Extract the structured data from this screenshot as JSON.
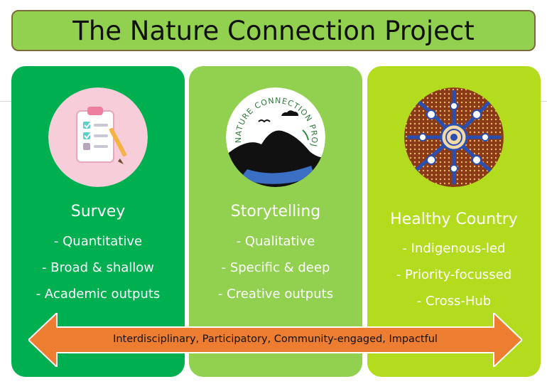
{
  "title": "The Nature Connection Project",
  "cards": [
    {
      "title": "Survey",
      "items": [
        "- Quantitative",
        "- Broad & shallow",
        "- Academic outputs"
      ]
    },
    {
      "title": "Storytelling",
      "items": [
        "- Qualitative",
        "- Specific & deep",
        "- Creative outputs"
      ]
    },
    {
      "title": "Healthy Country",
      "items": [
        "- Indigenous-led",
        "- Priority-focussed",
        "- Cross-Hub"
      ]
    }
  ],
  "logo_text": "THE NATURE CONNECTION PROJECT",
  "arrow_label": "Interdisciplinary, Participatory, Community-engaged, Impactful",
  "colors": {
    "title_bg": "#92d050",
    "survey_bg": "#00b050",
    "storytelling_bg": "#92d050",
    "healthy_country_bg": "#b4dc1e",
    "arrow_fill": "#ed7d31"
  }
}
